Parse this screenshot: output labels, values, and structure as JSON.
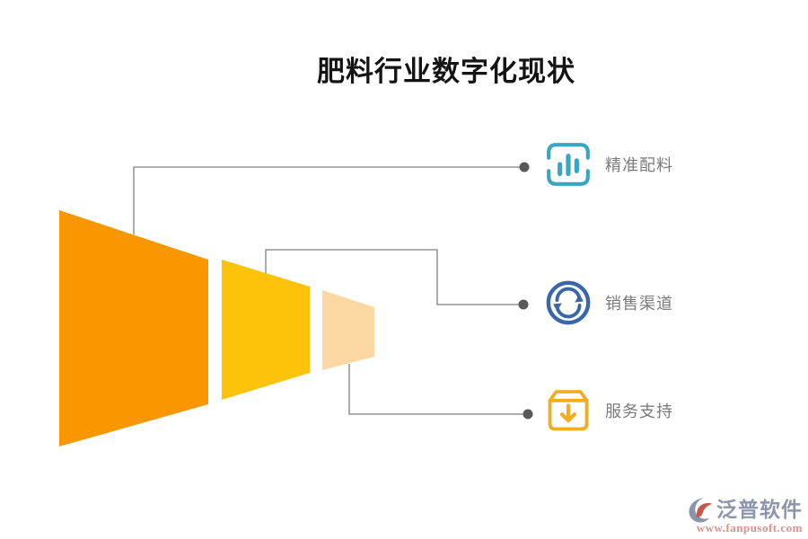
{
  "title": "肥料行业数字化现状",
  "items": [
    {
      "label": "精准配料",
      "icon": "bar-chart-icon",
      "color": "#38A5C5"
    },
    {
      "label": "销售渠道",
      "icon": "sync-icon",
      "color": "#3A67A8"
    },
    {
      "label": "服务支持",
      "icon": "package-download-icon",
      "color": "#F2AC1E"
    }
  ],
  "funnel": {
    "segments": [
      {
        "name": "stage-1",
        "color": "#FA9600"
      },
      {
        "name": "stage-2",
        "color": "#FDC20A"
      },
      {
        "name": "stage-3",
        "color": "#FBD8A2"
      }
    ],
    "connector_color": "#7F7F7F",
    "dot_color": "#595959"
  },
  "footer": {
    "brand": "泛普软件",
    "url": "www.fanpusoft.com",
    "brand_color": "#8C95AB",
    "url_color": "#E2908C",
    "logo_accent": "#C8564A"
  }
}
